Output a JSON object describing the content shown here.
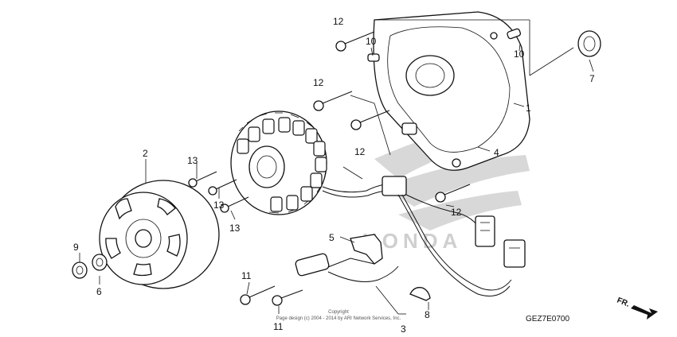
{
  "diagram": {
    "diagram_code": "GEZ7E0700",
    "copyright_line1": "Copyright",
    "copyright_line2": "Page design (c) 2004 - 2014 by ARI Network Services, Inc.",
    "watermark": "HONDA",
    "direction_label": "FR.",
    "callouts": [
      {
        "id": "c1",
        "label": "1"
      },
      {
        "id": "c2",
        "label": "2"
      },
      {
        "id": "c3",
        "label": "3"
      },
      {
        "id": "c4",
        "label": "4"
      },
      {
        "id": "c5",
        "label": "5"
      },
      {
        "id": "c6",
        "label": "6"
      },
      {
        "id": "c7",
        "label": "7"
      },
      {
        "id": "c8",
        "label": "8"
      },
      {
        "id": "c9",
        "label": "9"
      },
      {
        "id": "c10a",
        "label": "10"
      },
      {
        "id": "c10b",
        "label": "10"
      },
      {
        "id": "c11a",
        "label": "11"
      },
      {
        "id": "c11b",
        "label": "11"
      },
      {
        "id": "c12a",
        "label": "12"
      },
      {
        "id": "c12b",
        "label": "12"
      },
      {
        "id": "c12c",
        "label": "12"
      },
      {
        "id": "c12d",
        "label": "12"
      },
      {
        "id": "c13a",
        "label": "13"
      },
      {
        "id": "c13b",
        "label": "13"
      },
      {
        "id": "c13c",
        "label": "13"
      }
    ]
  }
}
